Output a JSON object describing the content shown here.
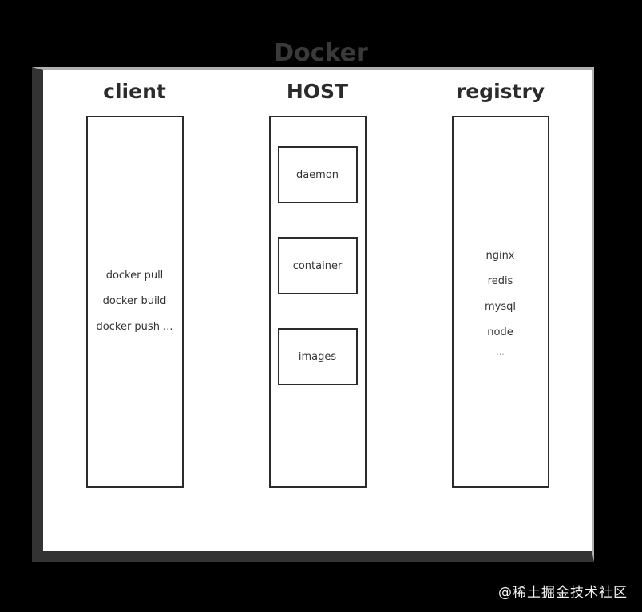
{
  "title": "Docker",
  "colors": {
    "page_background": "#000000",
    "panel_background": "#ffffff",
    "frame_shadow": "#333333",
    "frame_highlight": "#b0b0b0",
    "title_text": "#3a3a3a",
    "heading_text": "#2b2b2b",
    "body_text": "#333333",
    "muted_text": "#9a9a9a",
    "watermark_text": "#f2f2f2"
  },
  "columns": [
    {
      "id": "client",
      "heading": "client",
      "commands": [
        "docker pull",
        "docker build",
        "docker push ..."
      ]
    },
    {
      "id": "host",
      "heading": "HOST",
      "subboxes": [
        {
          "label": "daemon"
        },
        {
          "label": "container"
        },
        {
          "label": "images"
        }
      ]
    },
    {
      "id": "registry",
      "heading": "registry",
      "images": [
        "nginx",
        "redis",
        "mysql",
        "node",
        "..."
      ]
    }
  ],
  "watermark": "@稀土掘金技术社区"
}
